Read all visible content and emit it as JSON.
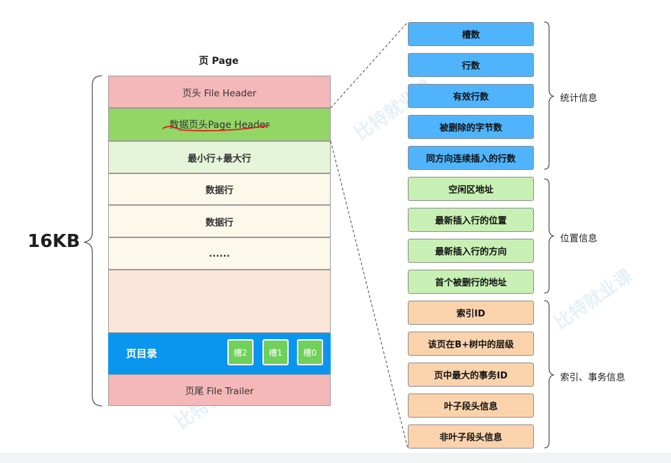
{
  "page_title": "页 Page",
  "size_label": "16KB",
  "segments": {
    "file_header": "页头 File Header",
    "page_header": "数据页头Page Header",
    "infimum_supremum": "最小行+最大行",
    "data_row_1": "数据行",
    "data_row_2": "数据行",
    "ellipsis": "......",
    "page_directory": "页目录",
    "file_trailer": "页尾 File Trailer"
  },
  "slots": [
    "槽2",
    "槽1",
    "槽0"
  ],
  "groups": [
    {
      "label": "统计信息",
      "color": "#4fb4fb",
      "items": [
        "槽数",
        "行数",
        "有效行数",
        "被删除的字节数",
        "同方向连续插入的行数"
      ]
    },
    {
      "label": "位置信息",
      "color": "#c8f0b4",
      "items": [
        "空闲区地址",
        "最新插入行的位置",
        "最新插入行的方向",
        "首个被删行的地址"
      ]
    },
    {
      "label": "索引、事务信息",
      "color": "#fad3ad",
      "items": [
        "索引ID",
        "该页在B+树中的层级",
        "页中最大的事务ID",
        "叶子段头信息",
        "非叶子段头信息"
      ]
    }
  ],
  "watermark": "比特就业课",
  "colors": {
    "file_header": "#f4b8b8",
    "page_header": "#92d765",
    "infimum": "#e6f5d9",
    "data_rows": "#fcf8ea",
    "free_space": "#fae6d8",
    "page_directory": "#0a96ee",
    "slot": "#6fd05a",
    "file_trailer": "#f4b8b8",
    "underline": "#e02020"
  }
}
